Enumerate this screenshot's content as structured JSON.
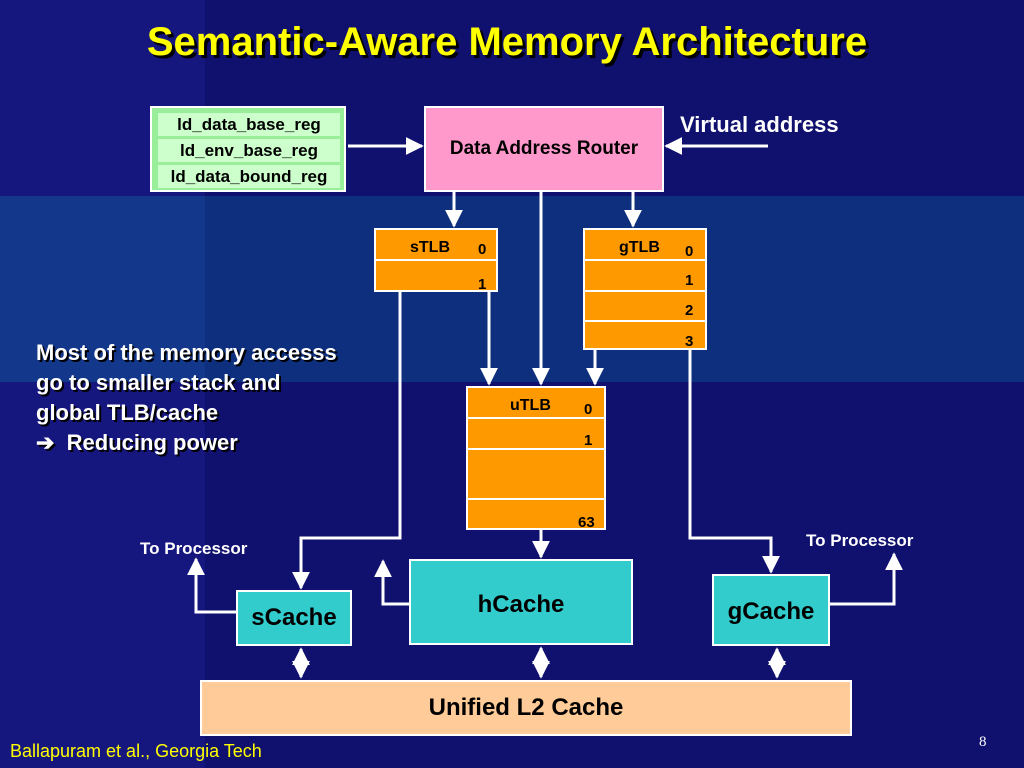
{
  "slide": {
    "title": "Semantic-Aware Memory Architecture",
    "footer": "Ballapuram et al., Georgia Tech",
    "page_number": "8"
  },
  "registers": [
    "ld_data_base_reg",
    "ld_env_base_reg",
    "ld_data_bound_reg"
  ],
  "router": {
    "label": "Data Address Router"
  },
  "virtual_address_label": "Virtual address",
  "stlb": {
    "name": "sTLB",
    "indices": [
      "0",
      "1"
    ]
  },
  "gtlb": {
    "name": "gTLB",
    "indices": [
      "0",
      "1",
      "2",
      "3"
    ]
  },
  "utlb": {
    "name": "uTLB",
    "indices": [
      "0",
      "1",
      "63"
    ]
  },
  "note": {
    "lines": [
      "Most of the memory accesss",
      "go to smaller stack and",
      "global TLB/cache"
    ],
    "arrow_glyph": "➔",
    "conclusion": "Reducing power"
  },
  "to_processor_left": "To Processor",
  "to_processor_right": "To Processor",
  "caches": {
    "scache": "sCache",
    "hcache": "hCache",
    "gcache": "gCache"
  },
  "l2": {
    "label": "Unified L2 Cache"
  },
  "colors": {
    "title": "#ffff00",
    "register_fill": "#ccffcc",
    "router_fill": "#ff99cc",
    "tlb_fill": "#ff9900",
    "cache_fill": "#33cccc",
    "l2_fill": "#ffcc99",
    "footer": "#ffff00"
  }
}
